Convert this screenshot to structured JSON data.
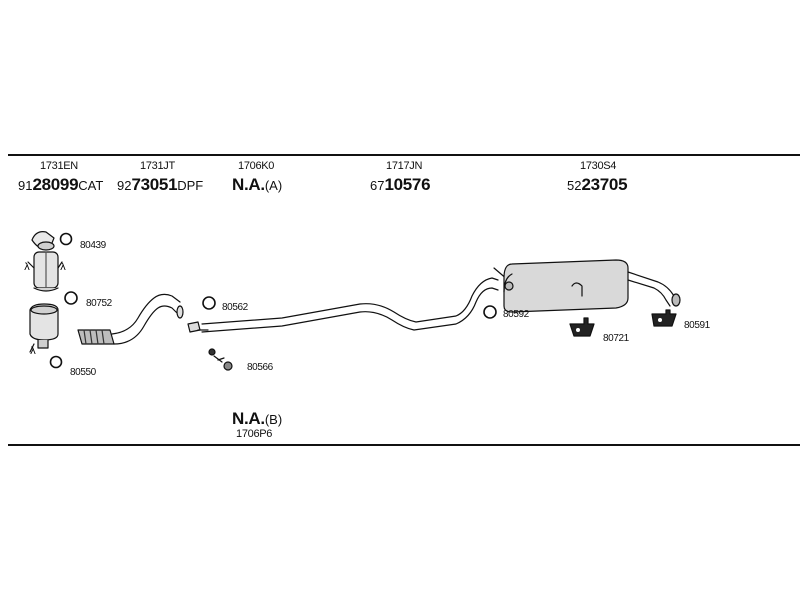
{
  "header_refs": {
    "r1": "1731EN",
    "r2": "1731JT",
    "r3": "1706K0",
    "r4": "1717JN",
    "r5": "1730S4"
  },
  "parts": {
    "p1": {
      "prefix": "91",
      "main": "28099",
      "suffix": "CAT"
    },
    "p2": {
      "prefix": "92",
      "main": "73051",
      "suffix": "DPF"
    },
    "p3": {
      "prefix": "",
      "main": "N.A.",
      "suffix": "(A)"
    },
    "p4": {
      "prefix": "67",
      "main": "10576",
      "suffix": ""
    },
    "p5": {
      "prefix": "52",
      "main": "23705",
      "suffix": ""
    },
    "p6": {
      "prefix": "",
      "main": "N.A.",
      "suffix": "(B)"
    }
  },
  "bottom_ref": "1706P6",
  "callouts": {
    "c80439": "80439",
    "c80752": "80752",
    "c80550": "80550",
    "c80562": "80562",
    "c80566": "80566",
    "c80592": "80592",
    "c80721": "80721",
    "c80591": "80591"
  },
  "sensor_symbol": "λ"
}
